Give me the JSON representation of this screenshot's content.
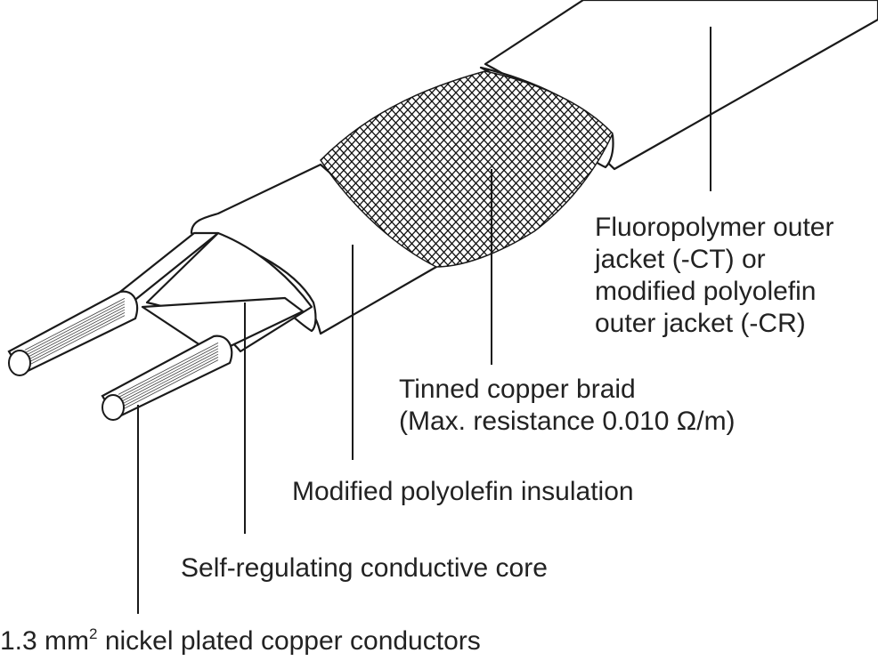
{
  "colors": {
    "line": "#1a1a1a",
    "text": "#222222",
    "fill": "#ffffff"
  },
  "labels": {
    "outer_jacket": [
      "Fluoropolymer outer",
      "jacket (-CT) or",
      "modified polyolefin",
      "outer jacket (-CR)"
    ],
    "braid": [
      "Tinned copper braid",
      "(Max. resistance 0.010 Ω/m)"
    ],
    "insulation": "Modified polyolefin insulation",
    "core": "Self-regulating conductive core",
    "conductors": {
      "prefix": "1.3 mm",
      "superscript": "2",
      "suffix": " nickel plated copper conductors"
    }
  }
}
